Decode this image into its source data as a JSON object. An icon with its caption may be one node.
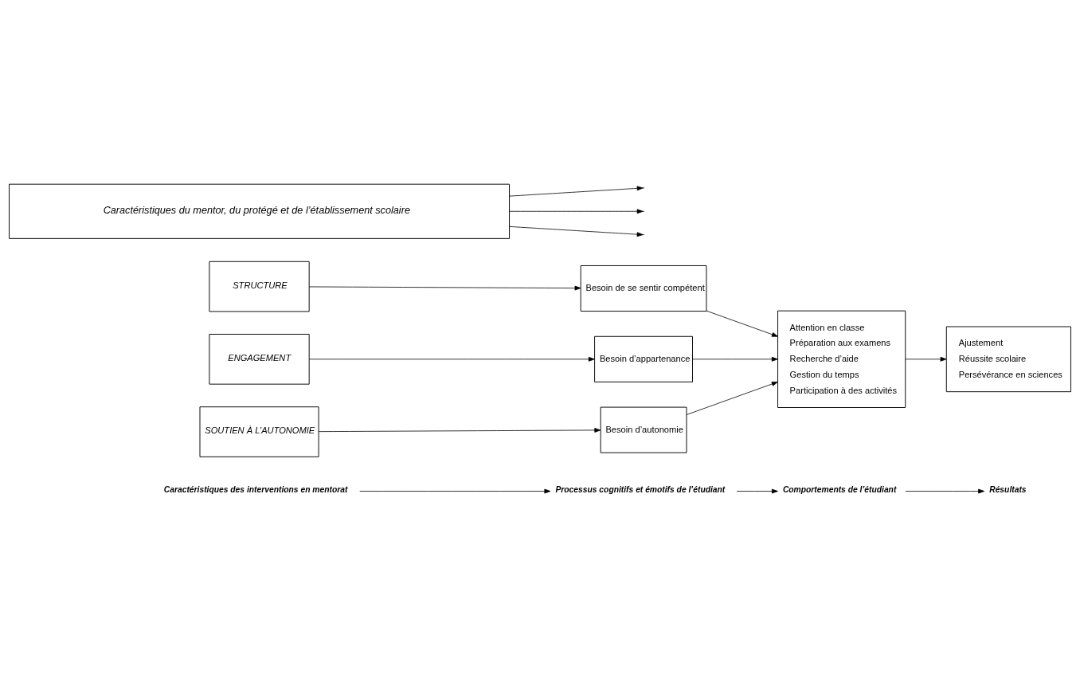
{
  "diagram": {
    "nodes": [
      {
        "text": [
          "Caractéristiques des interventions en mentorat"
        ]
      },
      {
        "text": [
          "Processus cognitifs et émotifs de l’étudiant"
        ]
      },
      {
        "text": [
          "Comportements de l’étudiant"
        ]
      },
      {
        "text": [
          "Résultats"
        ]
      },
      {
        "text": [
          "STRUCTURE"
        ]
      },
      {
        "text": [
          "ENGAGEMENT"
        ]
      },
      {
        "text": [
          "SOUTIEN À L’AUTONOMIE"
        ]
      },
      {
        "text": [
          "Besoin de se sentir compétent"
        ]
      },
      {
        "text": [
          "Besoin d’appartenance"
        ]
      },
      {
        "text": [
          "Besoin d’autonomie"
        ]
      },
      {
        "text": [
          "Attention en classe",
          "Préparation aux examens",
          "Recherche d’aide",
          "Gestion du temps",
          "Participation à des activités"
        ]
      },
      {
        "text": [
          "Ajustement",
          "Réussite scolaire",
          "Persévérance en sciences"
        ]
      },
      {
        "text": [
          "Caractéristiques du mentor, du protégé et de l’établissement scolaire"
        ]
      }
    ],
    "edges": [
      {
        "from": 0,
        "to": 1,
        "arrow": "to"
      },
      {
        "from": 1,
        "to": 2,
        "arrow": "to"
      },
      {
        "from": 2,
        "to": 3,
        "arrow": "to"
      },
      {
        "from": 4,
        "to": 7,
        "arrow": "to"
      },
      {
        "from": 5,
        "to": 8,
        "arrow": "to"
      },
      {
        "from": 6,
        "to": 9,
        "arrow": "to"
      },
      {
        "from": 7,
        "to": 10,
        "arrow": "to"
      },
      {
        "from": 8,
        "to": 10,
        "arrow": "to"
      },
      {
        "from": 9,
        "to": 10,
        "arrow": "to"
      },
      {
        "from": 10,
        "to": 11,
        "arrow": "to"
      },
      {
        "from": 12,
        "to": null,
        "arrow": "to"
      },
      {
        "from": 12,
        "to": null,
        "arrow": "to"
      },
      {
        "from": 12,
        "to": null,
        "arrow": "to"
      }
    ]
  }
}
